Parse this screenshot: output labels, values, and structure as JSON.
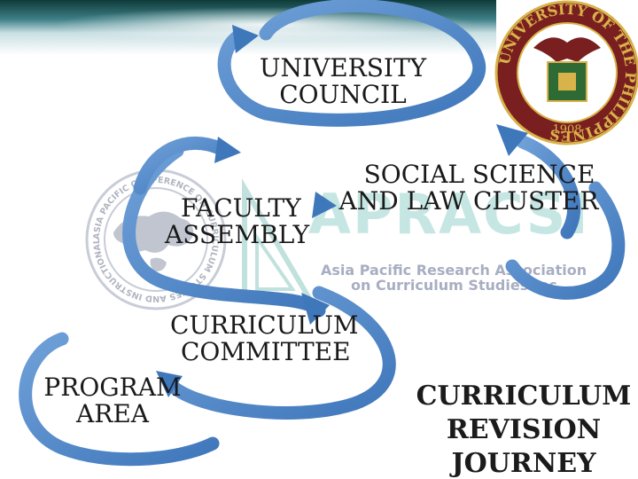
{
  "nodes": {
    "university_council": [
      "UNIVERSITY",
      "COUNCIL"
    ],
    "social_science": [
      "SOCIAL SCIENCE",
      "AND LAW CLUSTER"
    ],
    "faculty_assembly": [
      "FACULTY",
      "ASSEMBLY"
    ],
    "curriculum_committee": [
      "CURRICULUM",
      "COMMITTEE"
    ],
    "program_area": [
      "PROGRAM",
      "AREA"
    ]
  },
  "title": [
    "CURRICULUM",
    "REVISION",
    "JOURNEY"
  ],
  "logos": {
    "up_seal": {
      "ring_text": "UNIVERSITY OF THE PHILIPPINES",
      "year": "1908",
      "colors": {
        "maroon": "#7a1f1f",
        "gold": "#d8b34a",
        "green": "#2e6b34"
      }
    },
    "apracsi": {
      "name": "APRACSI",
      "subtitle": [
        "Asia Pacific Research Association",
        "on Curriculum Studies Inc."
      ],
      "color": "#9fd6cf"
    },
    "conference_seal": {
      "ring_text": "ASIA PACIFIC CONFERENCE ON CURRICULUM STUDIES AND INSTRUCTIONAL DESIGNING"
    }
  },
  "colors": {
    "arrow": "#4f86c6",
    "arrow_edge": "#2f66a8",
    "text": "#1a1a1a"
  }
}
